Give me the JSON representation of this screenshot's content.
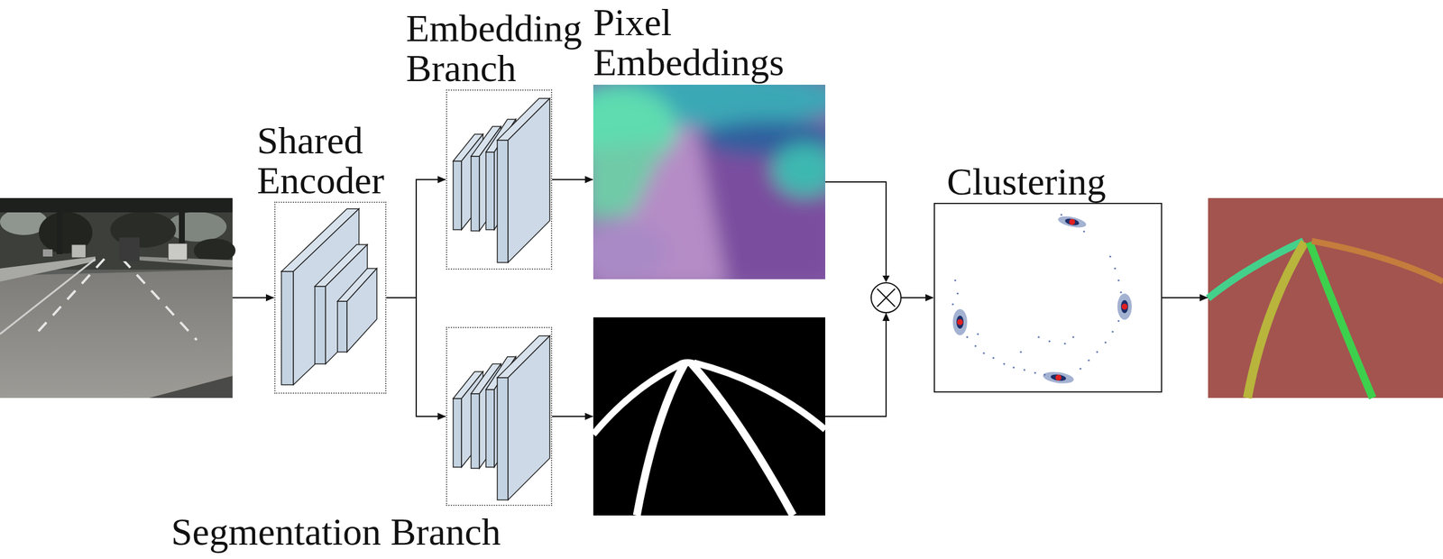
{
  "diagram": {
    "nodes": [
      {
        "text": [
          "Shared Encoder"
        ]
      },
      {
        "text": [
          "Embedding Branch"
        ]
      },
      {
        "text": [
          "Pixel Embeddings"
        ]
      },
      {
        "text": [
          "Segmentation Branch"
        ]
      },
      {
        "text": [
          "Clustering"
        ]
      }
    ],
    "edges": [
      {
        "from": 0,
        "to": 1,
        "arrow": "to"
      },
      {
        "from": 0,
        "to": 3,
        "arrow": "to"
      },
      {
        "from": 1,
        "to": 2,
        "arrow": "to"
      },
      {
        "from": 2,
        "to": 4,
        "arrow": "to"
      }
    ]
  }
}
